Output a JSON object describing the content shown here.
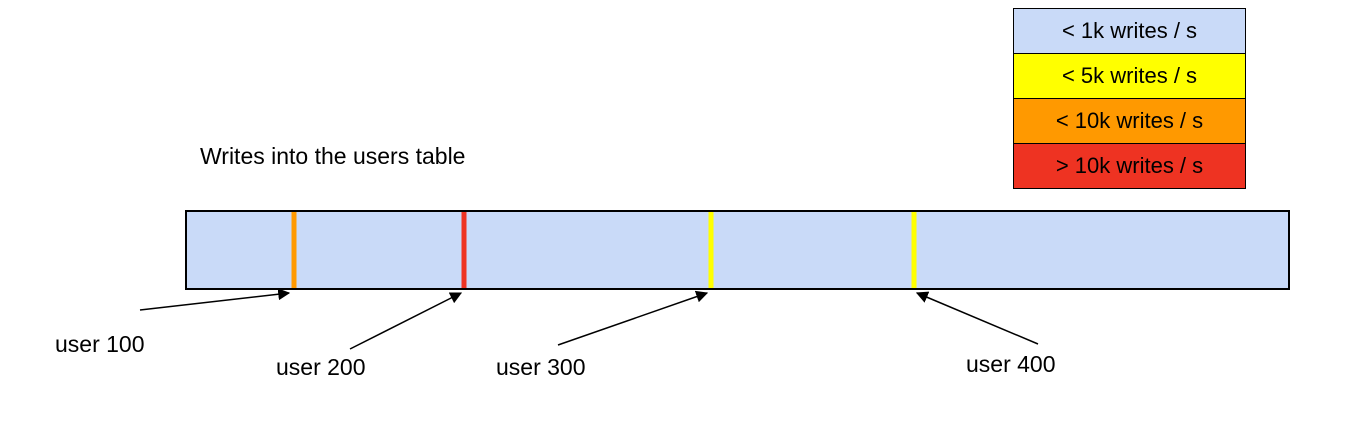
{
  "title": "Writes into the users table",
  "legend": {
    "items": [
      {
        "label": "< 1k writes / s",
        "color": "#c9daf8"
      },
      {
        "label": "< 5k writes / s",
        "color": "#ffff00"
      },
      {
        "label": "< 10k writes / s",
        "color": "#ff9900"
      },
      {
        "label": "> 10k writes / s",
        "color": "#ee3322"
      }
    ]
  },
  "bar": {
    "fill": "#c9daf8",
    "border": "#000000",
    "markers": [
      {
        "name": "user-100-marker",
        "color": "#ff9900",
        "pos_pct": 9.7
      },
      {
        "name": "user-200-marker",
        "color": "#ee3322",
        "pos_pct": 25.2
      },
      {
        "name": "user-300-marker",
        "color": "#ffff00",
        "pos_pct": 47.6
      },
      {
        "name": "user-400-marker",
        "color": "#ffff00",
        "pos_pct": 66.0
      }
    ]
  },
  "labels": {
    "user100": "user 100",
    "user200": "user 200",
    "user300": "user 300",
    "user400": "user 400"
  }
}
